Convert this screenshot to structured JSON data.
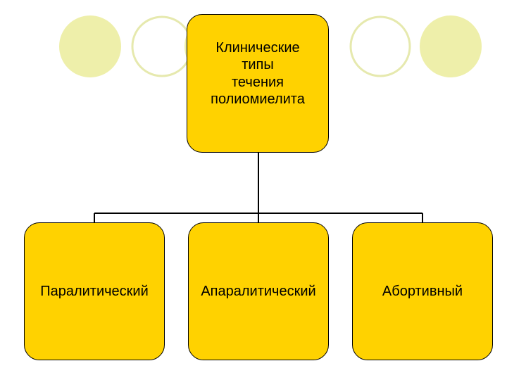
{
  "colors": {
    "node_fill": "#FFD200",
    "circle_fill": "#EEEFAA",
    "circle_outline": "#E6E9AE",
    "connector": "#000000",
    "text": "#000000"
  },
  "diagram": {
    "root": {
      "lines": [
        "Клинические",
        "типы",
        "течения",
        "полиомиелита"
      ]
    },
    "children": [
      {
        "label": "Паралитический"
      },
      {
        "label": "Апаралитический"
      },
      {
        "label": "Абортивный"
      }
    ]
  }
}
